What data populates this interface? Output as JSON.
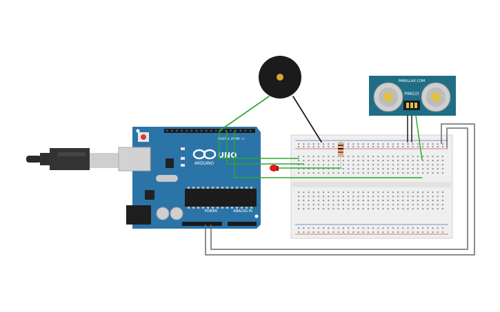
{
  "components": {
    "arduino": {
      "logo_text": "ARDUINO",
      "model": "UNO",
      "digital_header": "DIGITAL (PWM ~)",
      "power_label": "POWER",
      "analog_label": "ANALOG IN",
      "board_color": "#2b74a8"
    },
    "sensor": {
      "brand": "PARALLAX.COM",
      "model": "PING)))",
      "board_color": "#1f6e86"
    },
    "breadboard": {
      "body_color": "#efefef",
      "rail_red": "#d9534f",
      "rail_blue": "#4a74c9"
    },
    "buzzer": {
      "body_color": "#1b1b1b"
    },
    "led": {
      "color": "#d81e1e"
    },
    "usb_cable": {
      "color": "#2a2a2a"
    }
  },
  "wires": {
    "green": "#2aa82a",
    "black": "#1a1a1a"
  }
}
